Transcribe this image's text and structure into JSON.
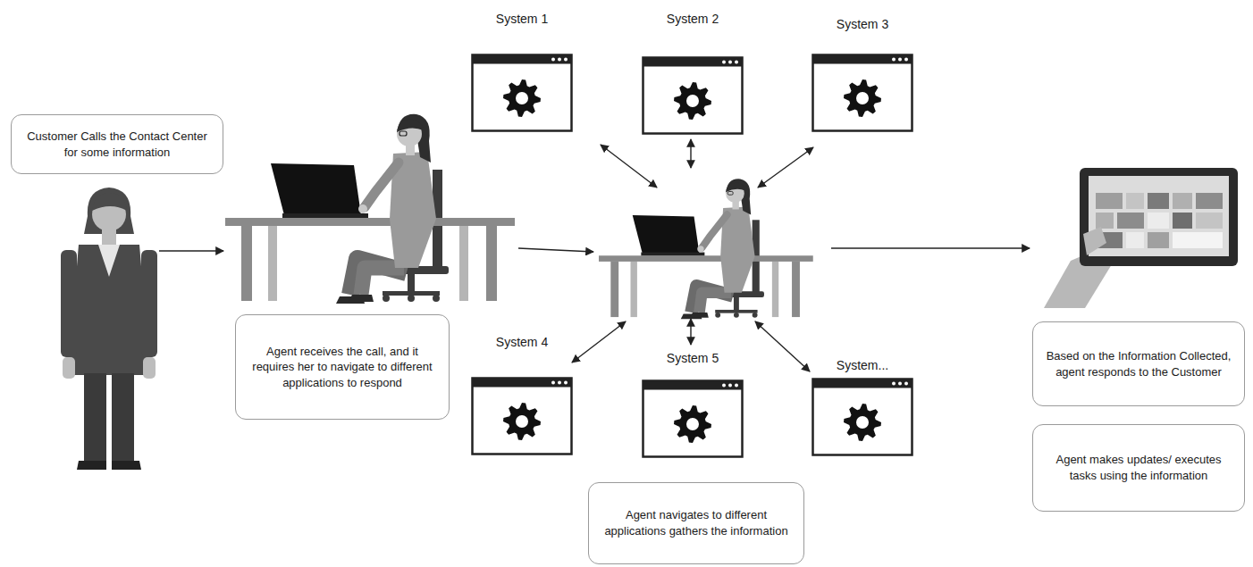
{
  "diagram": {
    "nodes": [
      {
        "text": [
          "Customer Calls the Contact Center for some information"
        ]
      },
      {
        "text": [
          "Agent receives the call, and it requires her to navigate to different applications to respond"
        ]
      },
      {
        "text": [
          "System 1"
        ]
      },
      {
        "text": [
          "System 2"
        ]
      },
      {
        "text": [
          "System 3"
        ]
      },
      {
        "text": [
          "System 4"
        ]
      },
      {
        "text": [
          "System 5"
        ]
      },
      {
        "text": [
          "System..."
        ]
      },
      {
        "text": [
          "Agent navigates to different applications gathers the information"
        ]
      },
      {
        "text": [
          "Based on the Information Collected, agent responds to the Customer"
        ]
      },
      {
        "text": [
          "Agent makes updates/ executes tasks using the information"
        ]
      }
    ]
  }
}
